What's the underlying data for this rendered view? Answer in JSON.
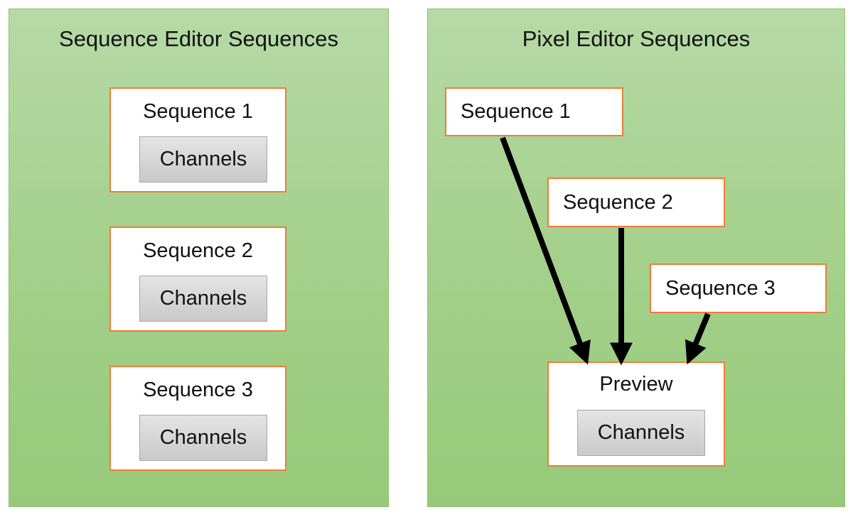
{
  "left_panel": {
    "title": "Sequence Editor Sequences",
    "sequences": [
      {
        "label": "Sequence 1",
        "channels": "Channels"
      },
      {
        "label": "Sequence 2",
        "channels": "Channels"
      },
      {
        "label": "Sequence 3",
        "channels": "Channels"
      }
    ]
  },
  "right_panel": {
    "title": "Pixel Editor Sequences",
    "sequences": [
      {
        "label": "Sequence 1"
      },
      {
        "label": "Sequence 2"
      },
      {
        "label": "Sequence 3"
      }
    ],
    "preview": {
      "label": "Preview",
      "channels": "Channels"
    }
  },
  "colors": {
    "panel_green": "#a4d08b",
    "box_border_orange": "#ef7d37",
    "channels_gray": "#d0d0d0",
    "arrow_black": "#000000"
  }
}
